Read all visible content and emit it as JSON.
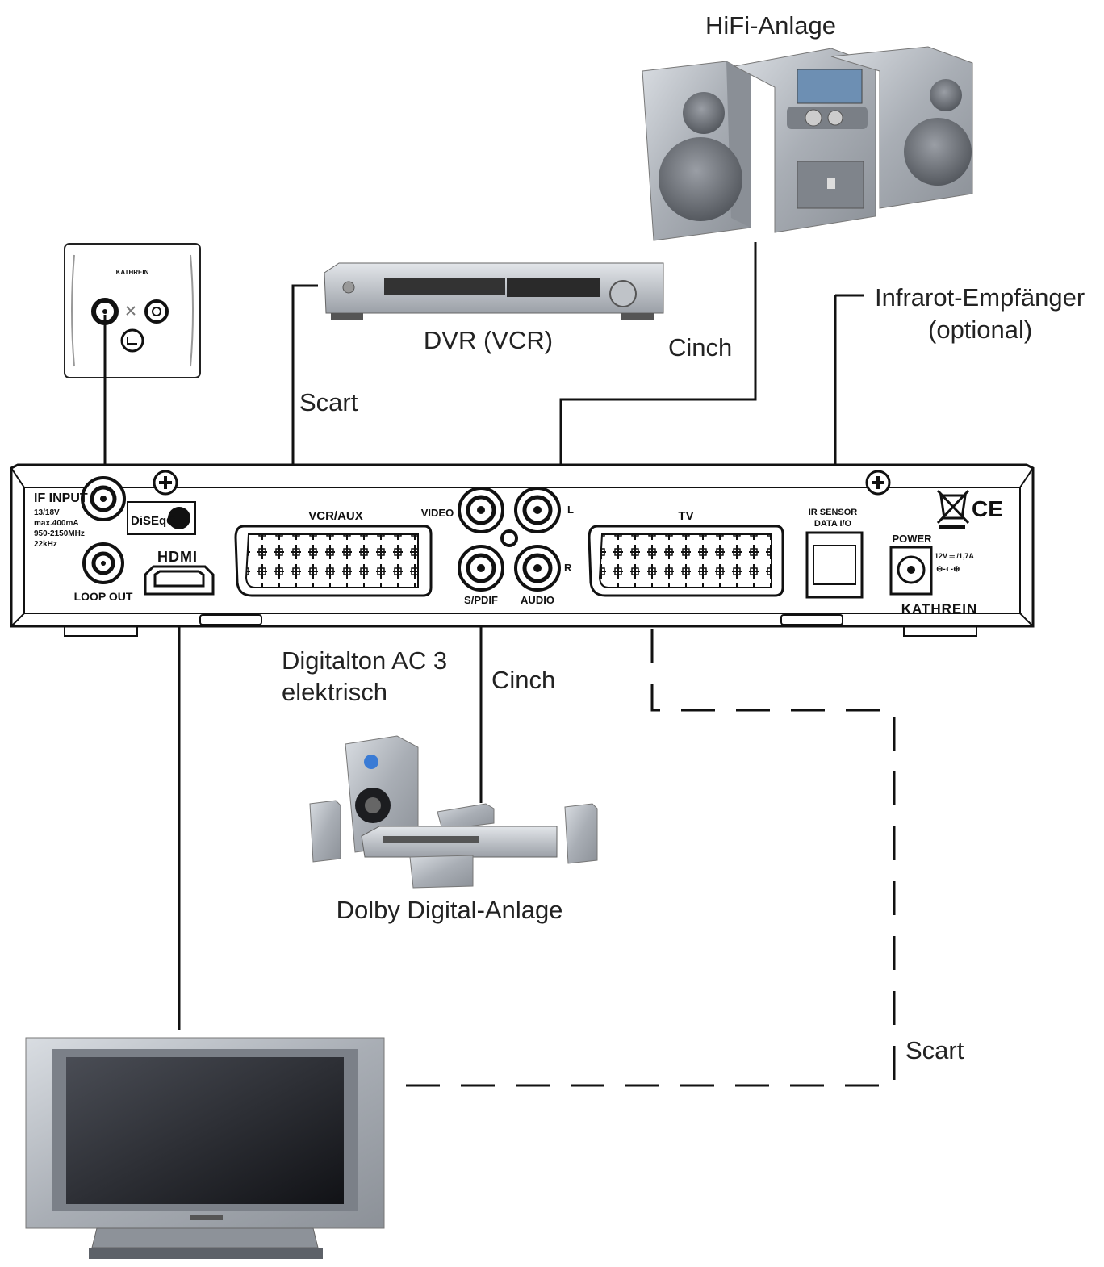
{
  "devices": {
    "hifi": "HiFi-Anlage",
    "dvr": "DVR (VCR)",
    "dolby": "Dolby Digital-Anlage",
    "ir_line1": "Infrarot-Empfänger",
    "ir_line2": "(optional)"
  },
  "connections": {
    "scart_top": "Scart",
    "cinch_top": "Cinch",
    "cinch_bottom": "Cinch",
    "scart_bottom": "Scart",
    "digital_audio": "Digitalton AC 3\nelektrisch"
  },
  "receiver_panel": {
    "if_input": "IF INPUT",
    "if_spec1": "13/18V",
    "if_spec2": "max.400mA",
    "if_spec3": "950-2150MHz",
    "if_spec4": "22kHz",
    "loop_out": "LOOP OUT",
    "diseqc": "DiSEqC",
    "hdmi": "HDMI",
    "vcr_aux": "VCR/AUX",
    "video": "VIDEO",
    "spdif": "S/PDIF",
    "audio": "AUDIO",
    "audio_l": "L",
    "audio_r": "R",
    "tv": "TV",
    "ir_sensor": "IR SENSOR",
    "data_io": "DATA I/O",
    "power": "POWER",
    "power_spec": "12V ═ /1,7A",
    "ce": "CE",
    "brand": "KATHREIN"
  },
  "wall_socket": {
    "brand": "KATHREIN"
  }
}
